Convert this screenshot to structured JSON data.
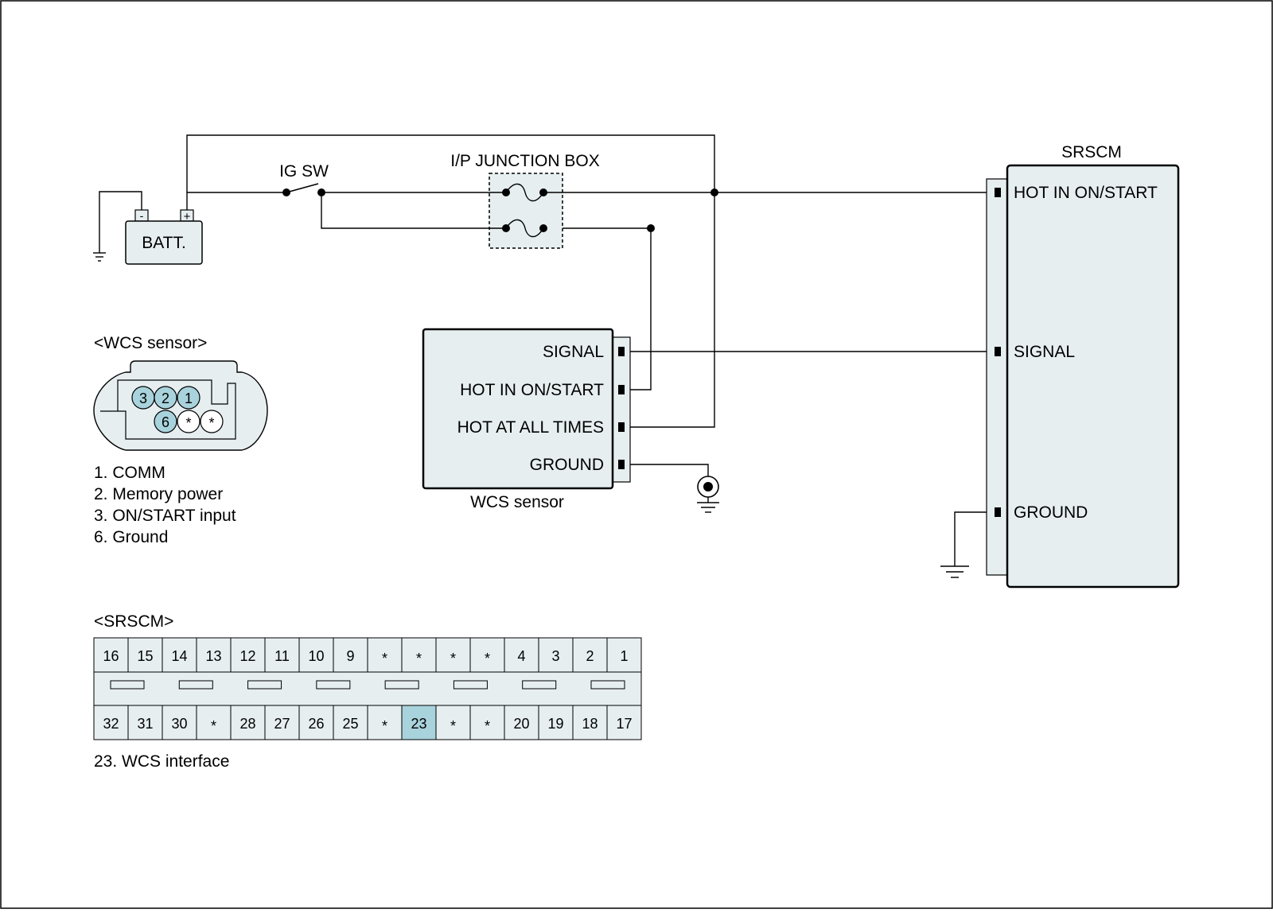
{
  "colors": {
    "box_fill": "#e6eef0",
    "highlight": "#a9d3dc",
    "line": "#000000",
    "background": "#ffffff"
  },
  "circuit": {
    "battery": {
      "label": "BATT.",
      "neg": "-",
      "pos": "+"
    },
    "ig_switch": {
      "label": "IG SW"
    },
    "junction_box": {
      "label": "I/P JUNCTION BOX"
    },
    "wcs_module": {
      "caption": "WCS sensor",
      "pins": [
        "SIGNAL",
        "HOT IN ON/START",
        "HOT AT ALL TIMES",
        "GROUND"
      ]
    },
    "srscm_module": {
      "title": "SRSCM",
      "pins": [
        "HOT IN ON/START",
        "SIGNAL",
        "GROUND"
      ]
    }
  },
  "wcs_connector": {
    "title": "<WCS sensor>",
    "top_pins": [
      "3",
      "2",
      "1"
    ],
    "bottom_pins": [
      "6",
      "*",
      "*"
    ],
    "highlighted": [
      "3",
      "2",
      "1",
      "6"
    ],
    "legend": [
      "1. COMM",
      "2. Memory power",
      "3. ON/START input",
      "6. Ground"
    ]
  },
  "srscm_connector": {
    "title": "<SRSCM>",
    "top_row": [
      "16",
      "15",
      "14",
      "13",
      "12",
      "11",
      "10",
      "9",
      "*",
      "*",
      "*",
      "*",
      "4",
      "3",
      "2",
      "1"
    ],
    "bottom_row": [
      "32",
      "31",
      "30",
      "*",
      "28",
      "27",
      "26",
      "25",
      "*",
      "23",
      "*",
      "*",
      "20",
      "19",
      "18",
      "17"
    ],
    "highlighted": [
      "23"
    ],
    "legend": [
      "23. WCS interface"
    ]
  }
}
